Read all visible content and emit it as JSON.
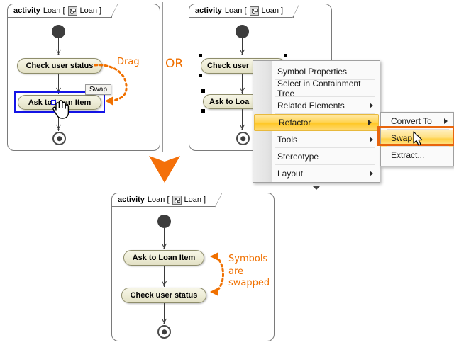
{
  "panels": {
    "before": {
      "frame_label_keyword": "activity",
      "frame_label_name": "Loan [",
      "frame_label_tail": "Loan ]",
      "frame_icon": "activity-diagram-icon",
      "actions": [
        "Check user status",
        "Ask to Loan Item"
      ],
      "selected_action": "Ask to Loan Item",
      "tooltip": "Swap",
      "cursor": "hand-pointer-cursor"
    },
    "menu_panel": {
      "frame_label_keyword": "activity",
      "frame_label_name": "Loan [",
      "frame_label_tail": "Loan ]",
      "frame_icon": "activity-diagram-icon",
      "actions": [
        "Check user",
        "Ask to Loa"
      ]
    },
    "after": {
      "frame_label_keyword": "activity",
      "frame_label_name": "Loan [",
      "frame_label_tail": "Loan ]",
      "frame_icon": "activity-diagram-icon",
      "actions": [
        "Ask to Loan Item",
        "Check user status"
      ]
    }
  },
  "annotations": {
    "drag": "Drag",
    "or": "OR",
    "swapped_line1": "Symbols",
    "swapped_line2": "are",
    "swapped_line3": "swapped",
    "big_arrow": "down-arrow-icon"
  },
  "context_menu": {
    "items": [
      {
        "label": "Symbol Properties",
        "submenu": false,
        "highlighted": false
      },
      {
        "label": "Select in Containment Tree",
        "submenu": false,
        "highlighted": false
      },
      {
        "label": "Related Elements",
        "submenu": true,
        "highlighted": false
      },
      {
        "label": "Refactor",
        "submenu": true,
        "highlighted": true
      },
      {
        "label": "Tools",
        "submenu": true,
        "highlighted": false
      },
      {
        "label": "Stereotype",
        "submenu": false,
        "highlighted": false
      },
      {
        "label": "Layout",
        "submenu": true,
        "highlighted": false
      }
    ],
    "more_indicator": "chevron-down-icon"
  },
  "submenu": {
    "items": [
      {
        "label": "Convert To",
        "submenu": true,
        "highlighted": false
      },
      {
        "label": "Swap",
        "submenu": false,
        "highlighted": true
      },
      {
        "label": "Extract...",
        "submenu": false,
        "highlighted": false
      }
    ],
    "cursor": "arrow-cursor"
  },
  "colors": {
    "accent_orange": "#f07000",
    "highlight_border": "#e8650d",
    "selection_blue": "#1414e6",
    "action_fill": "#efeed9",
    "menu_highlight": "#ffd453"
  }
}
